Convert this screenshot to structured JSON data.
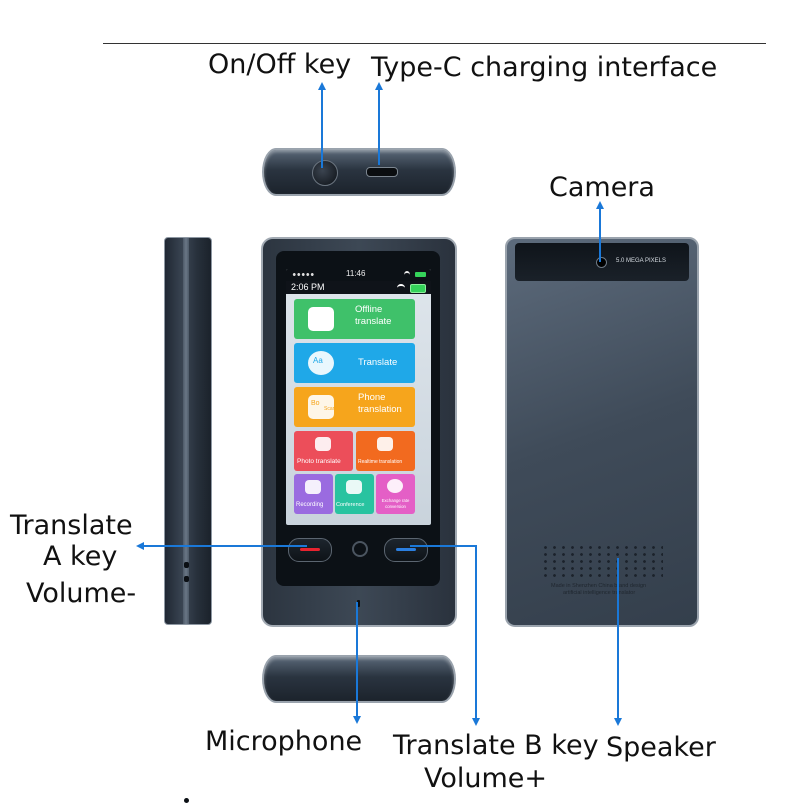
{
  "labels": {
    "on_off_key": "On/Off key",
    "typec": "Type-C charging interface",
    "camera": "Camera",
    "translate_a_line1": "Translate",
    "translate_a_line2": "A key",
    "volume_minus": "Volume-",
    "microphone": "Microphone",
    "translate_b_key": "Translate B key",
    "volume_plus": "Volume+",
    "speaker": "Speaker"
  },
  "device_screen": {
    "status_time": "11:46",
    "app_time": "2:06 PM",
    "tiles": [
      {
        "label": "Offline\ntranslate",
        "color": "#3fc16a",
        "icon": "box-icon"
      },
      {
        "label": "Translate",
        "color": "#1fa8e8",
        "icon": "chat-icon"
      },
      {
        "label": "Phone\ntranslation",
        "color": "#f6a51c",
        "icon": "phone-icon"
      },
      {
        "label": "Photo translate",
        "color": "#ec4e5a",
        "icon": "camera-icon"
      },
      {
        "label": "Realtime translation",
        "color": "#f26a1f",
        "icon": "headset-icon"
      },
      {
        "label": "Recording",
        "color": "#9a6be0",
        "icon": "mic-icon"
      },
      {
        "label": "Conference",
        "color": "#28c3a0",
        "icon": "people-icon"
      },
      {
        "label": "Exchange rate\nconversion",
        "color": "#e45fc6",
        "icon": "coin-icon"
      }
    ],
    "tile_icon_texts": {
      "phone": "Bo",
      "scan": "Scan",
      "translate_icon": "Aa"
    }
  },
  "back_panel": {
    "camera_text": "5.0 MEGA PIXELS",
    "made_in": "Made in Shenzhen China  brand design",
    "desc": "artificial intelligence translator"
  },
  "colors": {
    "arrow": "#1a78d8",
    "btn_a": "#e8232f",
    "btn_b": "#2b7fe0"
  }
}
